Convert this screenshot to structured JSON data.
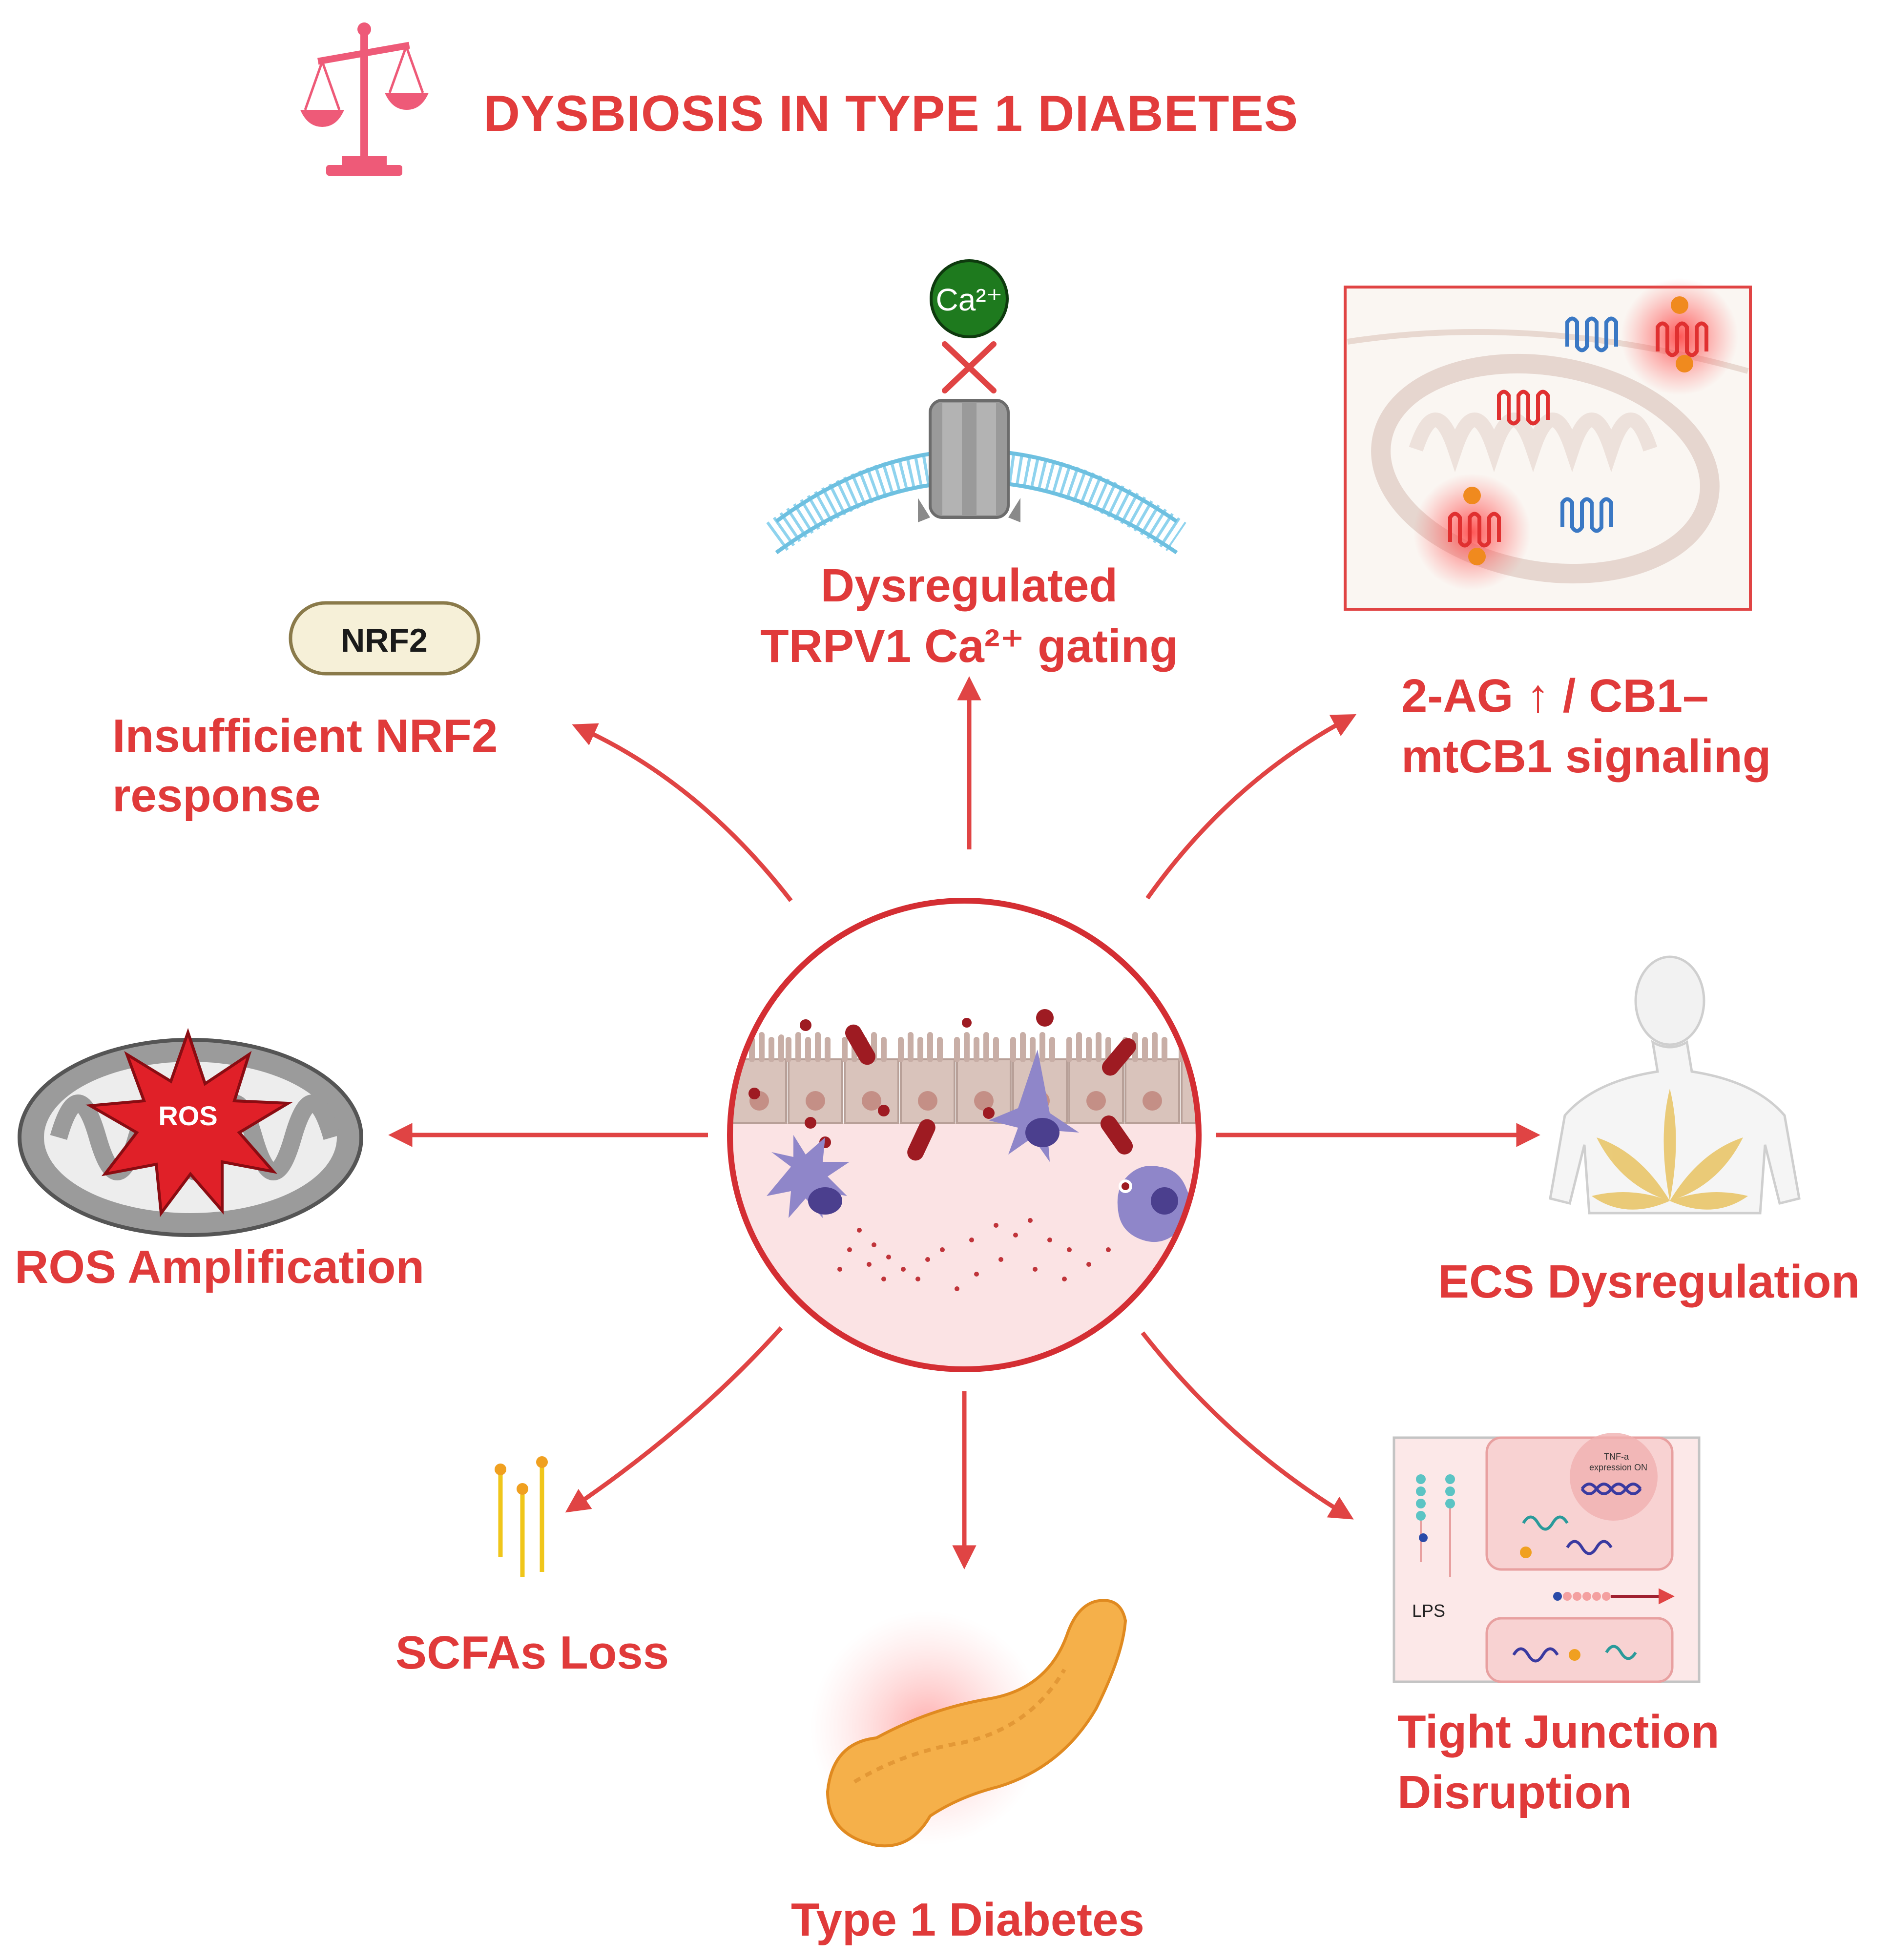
{
  "title": "DYSBIOSIS IN TYPE 1 DIABETES",
  "center": {
    "name": "dysbiotic-gut-epithelium"
  },
  "nodes": {
    "trpv1": {
      "line1": "Dysregulated",
      "line2": "TRPV1 Ca²⁺ gating",
      "ion": "Ca²⁺"
    },
    "nrf2": {
      "line1": "Insufficient NRF2",
      "line2": "response",
      "badge": "NRF2"
    },
    "cb1": {
      "line1": "2-AG ↑ / CB1–",
      "line2": "mtCB1 signaling"
    },
    "ros": {
      "label": "ROS Amplification",
      "burst": "ROS"
    },
    "ecs": {
      "label": "ECS Dysregulation"
    },
    "scfa": {
      "label": "SCFAs Loss"
    },
    "t1d": {
      "label": "Type 1 Diabetes"
    },
    "tj": {
      "line1": "Tight Junction",
      "line2": "Disruption",
      "lps": "LPS",
      "tnf_line1": "TNF-a",
      "tnf_line2": "expression ON"
    }
  },
  "colors": {
    "accent": "#e03a3a",
    "arrow": "#e04444",
    "balance": "#ee5a78",
    "calcium": "#1e7a1e",
    "membrane": "#8fd3ee",
    "channel": "#9a9a9a",
    "mito": "#9b9b9b",
    "pancreas": "#f5b04a",
    "cannabis": "#e9c66a"
  },
  "icons": [
    "balance-scale-icon",
    "calcium-ion-icon",
    "trpv1-channel-icon",
    "nrf2-badge-icon",
    "cb1-receptor-panel-icon",
    "mitochondrion-ros-icon",
    "human-cannabis-icon",
    "scfa-chains-icon",
    "pancreas-icon",
    "tight-junction-panel-icon"
  ]
}
